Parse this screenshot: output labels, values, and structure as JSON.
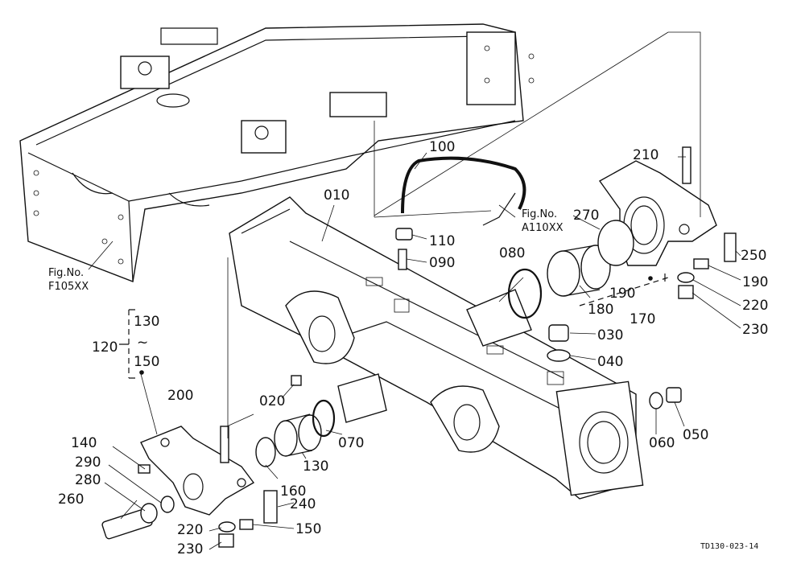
{
  "drawing_code": "TD130-023-14",
  "references": [
    {
      "fig_label": "Fig.No.",
      "fig_code": "F105XX"
    },
    {
      "fig_label": "Fig.No.",
      "fig_code": "A110XX"
    }
  ],
  "group": {
    "parent": "120",
    "from": "130",
    "range_mark": "~",
    "to": "150"
  },
  "part_labels": [
    "010",
    "020",
    "030",
    "040",
    "050",
    "060",
    "070",
    "080",
    "090",
    "100",
    "110",
    "130",
    "140",
    "150",
    "150",
    "160",
    "170",
    "180",
    "190",
    "190",
    "200",
    "210",
    "220",
    "220",
    "230",
    "230",
    "240",
    "250",
    "260",
    "270",
    "280",
    "290"
  ]
}
